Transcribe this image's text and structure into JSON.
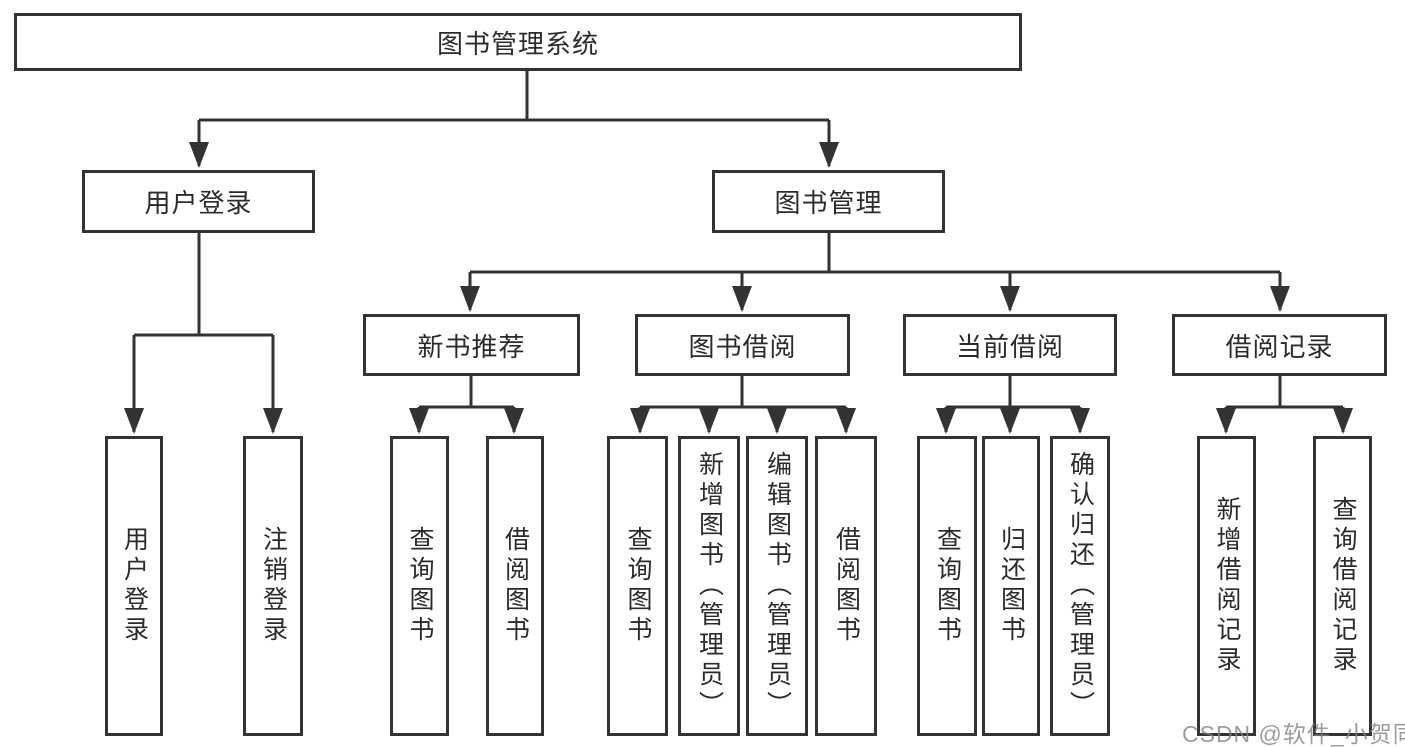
{
  "diagram": {
    "type": "hierarchy-tree",
    "colors": {
      "stroke": "#333333",
      "text": "#2b2b2b",
      "box_fill": "#ffffff",
      "watermark": "#808080"
    },
    "watermark": "CSDN @软件_小贺同学",
    "nodes": {
      "root": {
        "label": "图书管理系统"
      },
      "user_login": {
        "label": "用户登录"
      },
      "book_mgmt": {
        "label": "图书管理"
      },
      "new_book_rec": {
        "label": "新书推荐"
      },
      "book_borrow": {
        "label": "图书借阅"
      },
      "current_borrow": {
        "label": "当前借阅"
      },
      "borrow_record": {
        "label": "借阅记录"
      },
      "leaf_user_login": {
        "label": "用户登录"
      },
      "leaf_logout": {
        "label": "注销登录"
      },
      "leaf_query_book_1": {
        "label": "查询图书"
      },
      "leaf_borrow_book_1": {
        "label": "借阅图书"
      },
      "leaf_query_book_2": {
        "label": "查询图书"
      },
      "leaf_add_book": {
        "label": "新增图书（管理员）"
      },
      "leaf_edit_book": {
        "label": "编辑图书（管理员）"
      },
      "leaf_borrow_book_2": {
        "label": "借阅图书"
      },
      "leaf_query_book_3": {
        "label": "查询图书"
      },
      "leaf_return_book": {
        "label": "归还图书"
      },
      "leaf_confirm_return": {
        "label": "确认归还（管理员）"
      },
      "leaf_add_record": {
        "label": "新增借阅记录"
      },
      "leaf_query_record": {
        "label": "查询借阅记录"
      }
    },
    "edges": [
      [
        "root",
        "user_login"
      ],
      [
        "root",
        "book_mgmt"
      ],
      [
        "user_login",
        "leaf_user_login"
      ],
      [
        "user_login",
        "leaf_logout"
      ],
      [
        "book_mgmt",
        "new_book_rec"
      ],
      [
        "book_mgmt",
        "book_borrow"
      ],
      [
        "book_mgmt",
        "current_borrow"
      ],
      [
        "book_mgmt",
        "borrow_record"
      ],
      [
        "new_book_rec",
        "leaf_query_book_1"
      ],
      [
        "new_book_rec",
        "leaf_borrow_book_1"
      ],
      [
        "book_borrow",
        "leaf_query_book_2"
      ],
      [
        "book_borrow",
        "leaf_add_book"
      ],
      [
        "book_borrow",
        "leaf_edit_book"
      ],
      [
        "book_borrow",
        "leaf_borrow_book_2"
      ],
      [
        "current_borrow",
        "leaf_query_book_3"
      ],
      [
        "current_borrow",
        "leaf_return_book"
      ],
      [
        "current_borrow",
        "leaf_confirm_return"
      ],
      [
        "borrow_record",
        "leaf_add_record"
      ],
      [
        "borrow_record",
        "leaf_query_record"
      ]
    ]
  }
}
